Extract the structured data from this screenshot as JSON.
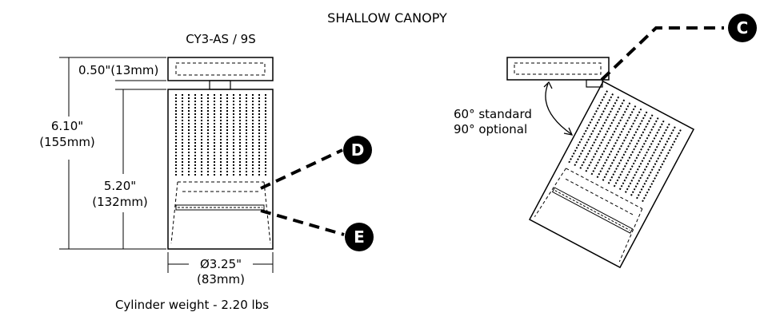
{
  "title": "SHALLOW CANOPY",
  "model": "CY3-AS / 9S",
  "dimensions": {
    "canopy_height": "0.50\"(13mm)",
    "overall_height_in": "6.10\"",
    "overall_height_mm": "(155mm)",
    "cylinder_height_in": "5.20\"",
    "cylinder_height_mm": "(132mm)",
    "diameter_in": "Ø3.25\"",
    "diameter_mm": "(83mm)"
  },
  "weight": "Cylinder weight - 2.20 lbs",
  "tilt": {
    "standard": "60° standard",
    "optional": "90° optional"
  },
  "callouts": {
    "c": "C",
    "d": "D",
    "e": "E"
  },
  "colors": {
    "ink": "#000000",
    "background": "#ffffff"
  }
}
